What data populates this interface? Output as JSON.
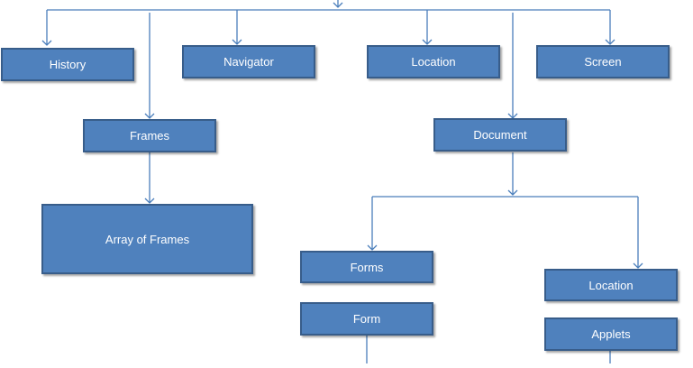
{
  "nodes": {
    "history": "History",
    "navigator": "Navigator",
    "location_top": "Location",
    "screen": "Screen",
    "frames": "Frames",
    "array_of_frames": "Array of Frames",
    "document": "Document",
    "forms": "Forms",
    "form": "Form",
    "location_sub": "Location",
    "applets": "Applets"
  },
  "colors": {
    "box_fill": "#4f81bd",
    "box_border": "#385d8a",
    "connector": "#4a7ebb",
    "text": "#ffffff"
  }
}
